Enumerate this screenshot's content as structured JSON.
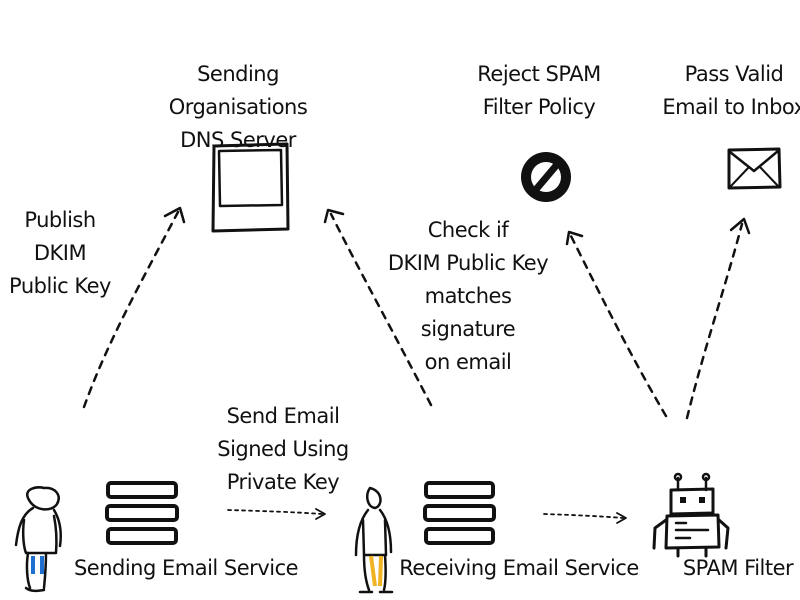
{
  "nodes": {
    "dns_server": {
      "label": "Sending Organisations\nDNS Server",
      "icon": "server-box-icon"
    },
    "reject": {
      "label": "Reject SPAM\nFilter Policy",
      "icon": "prohibited-icon"
    },
    "inbox": {
      "label": "Pass Valid\nEmail to Inbox",
      "icon": "envelope-icon"
    },
    "sending_service": {
      "label": "Sending Email Service",
      "icon": "server-stack-icon"
    },
    "receiving_service": {
      "label": "Receiving Email Service",
      "icon": "server-stack-icon"
    },
    "spam_filter": {
      "label": "SPAM Filter",
      "icon": "robot-icon"
    }
  },
  "edges": {
    "publish": {
      "label": "Publish\nDKIM\nPublic Key"
    },
    "send": {
      "label": "Send Email\nSigned Using\nPrivate Key"
    },
    "check": {
      "label": "Check if\nDKIM Public Key\nmatches\nsignature\non email"
    }
  },
  "colors": {
    "ink": "#111111",
    "sender_accent": "#1f6fd1",
    "receiver_accent": "#f0b323"
  }
}
